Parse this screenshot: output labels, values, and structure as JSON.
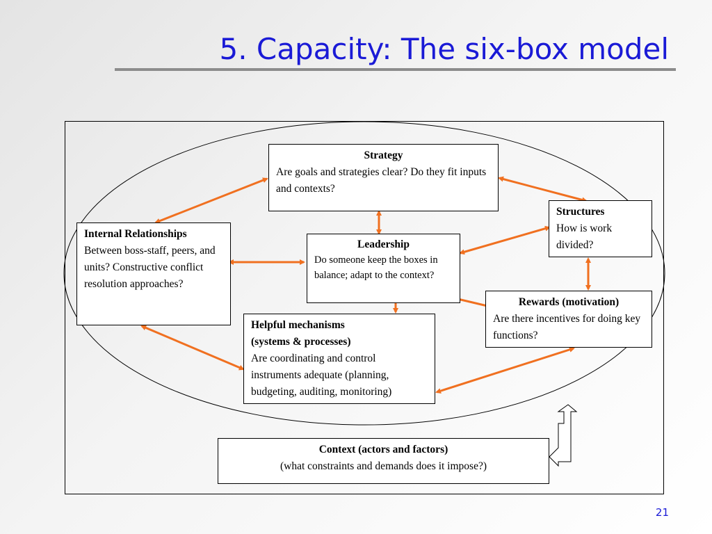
{
  "slide": {
    "title": "5. Capacity: The six-box model",
    "page_number": "21"
  },
  "boxes": {
    "strategy": {
      "heading": "Strategy",
      "text": "Are goals and strategies clear? Do they fit inputs and contexts?"
    },
    "structures": {
      "heading": "Structures",
      "text": "How is work divided?"
    },
    "internal_relationships": {
      "heading": "Internal Relationships",
      "text": "Between boss-staff, peers, and units? Constructive conflict resolution approaches?"
    },
    "leadership": {
      "heading": "Leadership",
      "text": "Do someone keep the boxes in balance; adapt to the context?"
    },
    "rewards": {
      "heading": "Rewards (motivation)",
      "text": "Are there incentives for doing key functions?"
    },
    "helpful_mechanisms": {
      "heading": "Helpful mechanisms",
      "heading2": "(systems & processes)",
      "text": "Are coordinating and control instruments adequate (planning, budgeting, auditing, monitoring)"
    },
    "context": {
      "heading": "Context (actors and factors)",
      "text": "(what constraints and demands does it impose?)"
    }
  },
  "colors": {
    "title": "#1a1ad6",
    "arrow": "#f07020",
    "rule": "#8c8c8c"
  }
}
